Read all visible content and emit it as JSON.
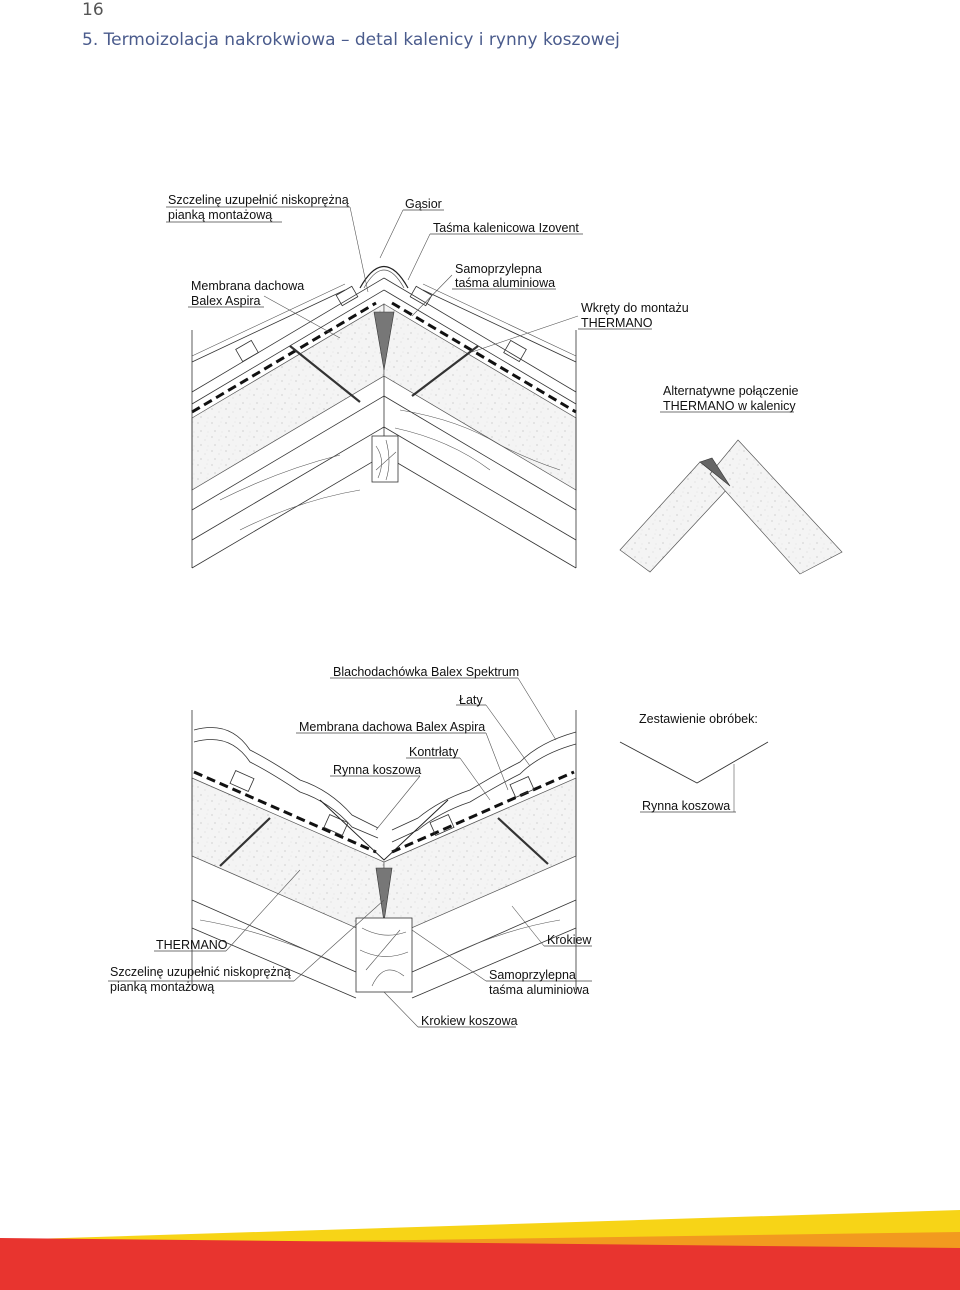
{
  "header": {
    "page_number": "16",
    "title": "5. Termoizolacja nakrokwiowa – detal kalenicy i rynny koszowej"
  },
  "ridge_detail": {
    "labels": {
      "foam_line1": "Szczelinę uzupełnić niskoprężną",
      "foam_line2": "pianką montażową",
      "ridge_tile": "Gąsior",
      "ridge_tape": "Taśma kalenicowa Izovent",
      "membrane_line1": "Membrana dachowa",
      "membrane_line2": "Balex Aspira",
      "alu_tape_line1": "Samoprzylepna",
      "alu_tape_line2": "taśma aluminiowa",
      "screws_line1": "Wkręty do montażu",
      "screws_line2": "THERMANO"
    }
  },
  "alternative_detail": {
    "labels": {
      "line1": "Alternatywne połączenie",
      "line2": "THERMANO w kalenicy"
    }
  },
  "valley_detail": {
    "labels": {
      "roofing": "Blachodachówka Balex Spektrum",
      "battens": "Łaty",
      "membrane": "Membrana dachowa Balex Aspira",
      "counter_battens": "Kontrłaty",
      "valley_gutter": "Rynna koszowa",
      "thermano": "THERMANO",
      "rafter": "Krokiew",
      "foam_line1": "Szczelinę uzupełnić niskoprężną",
      "foam_line2": "pianką montażową",
      "alu_tape_line1": "Samoprzylepna",
      "alu_tape_line2": "taśma aluminiowa",
      "valley_rafter": "Krokiew koszowa"
    }
  },
  "flashing_detail": {
    "labels": {
      "heading": "Zestawienie obróbek:",
      "valley_gutter": "Rynna koszowa"
    }
  },
  "colors": {
    "band_yellow": "#f7d417",
    "band_orange": "#f29a1f",
    "band_red": "#e8342f",
    "title_blue": "#4a5b8c"
  }
}
